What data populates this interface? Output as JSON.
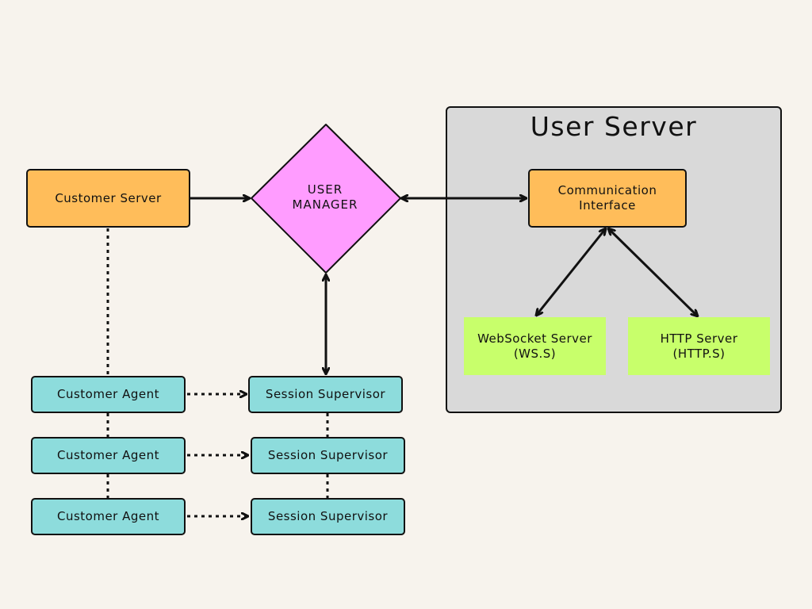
{
  "diagram": {
    "group": {
      "title": "User Server"
    },
    "nodes": {
      "customer_server": "Customer Server",
      "user_manager": [
        "USER",
        "MANAGER"
      ],
      "communication_interface": [
        "Communication",
        "Interface"
      ],
      "websocket_server": [
        "WebSocket Server",
        "(WS.S)"
      ],
      "http_server": [
        "HTTP Server",
        "(HTTP.S)"
      ],
      "customer_agents": [
        "Customer Agent",
        "Customer Agent",
        "Customer Agent"
      ],
      "session_supervisors": [
        "Session Supervisor",
        "Session Supervisor",
        "Session Supervisor"
      ]
    }
  },
  "colors": {
    "background": "#f7f3ed",
    "orange": "#ffbd5a",
    "magenta": "#ff9cff",
    "teal": "#8ddcdc",
    "lime": "#c8ff6b",
    "group": "#d9d9d9",
    "stroke": "#111111"
  }
}
